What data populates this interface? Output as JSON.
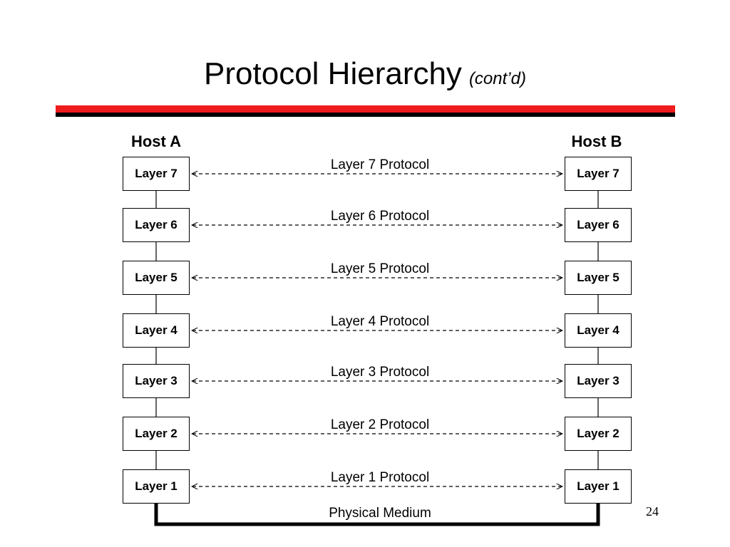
{
  "slide": {
    "title": "Protocol Hierarchy",
    "title_suffix": "(cont’d)",
    "page_number": "24"
  },
  "colors": {
    "accent_red": "#ee1c1c",
    "rule_black": "#000000"
  },
  "diagram": {
    "host_a": "Host A",
    "host_b": "Host B",
    "layers": [
      {
        "label": "Layer 7",
        "protocol": "Layer 7 Protocol"
      },
      {
        "label": "Layer 6",
        "protocol": "Layer 6 Protocol"
      },
      {
        "label": "Layer 5",
        "protocol": "Layer 5 Protocol"
      },
      {
        "label": "Layer 4",
        "protocol": "Layer 4 Protocol"
      },
      {
        "label": "Layer 3",
        "protocol": "Layer 3 Protocol"
      },
      {
        "label": "Layer 2",
        "protocol": "Layer 2 Protocol"
      },
      {
        "label": "Layer 1",
        "protocol": "Layer 1 Protocol"
      }
    ],
    "medium": "Physical Medium"
  }
}
